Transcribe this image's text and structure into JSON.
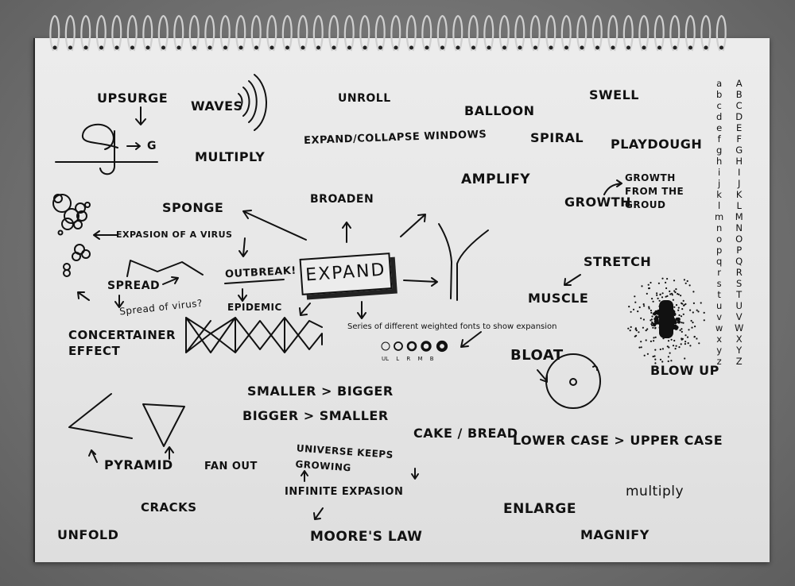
{
  "notebook": {
    "central_word": "EXPAND",
    "words": {
      "upsurge": "UPSURGE",
      "g_upper": "G",
      "waves": "WAVES",
      "multiply_caps": "MULTIPLY",
      "unroll": "UNROLL",
      "expand_collapse": "EXPAND/COLLAPSE WINDOWS",
      "balloon": "BALLOON",
      "swell": "SWELL",
      "spiral": "SPIRAL",
      "playdough": "PLAYDOUGH",
      "amplify": "AMPLIFY",
      "sponge": "SPONGE",
      "broaden": "BROADEN",
      "growth": "GROWTH",
      "growth_from_ground": "GROWTH FROM THE GROUD",
      "expansion_virus": "EXPASION OF A VIRUS",
      "outbreak": "OUTBREAK!",
      "epidemic": "EPIDEMIC",
      "spread": "SPREAD",
      "spread_of_virus": "Spread of virus?",
      "stretch": "STRETCH",
      "muscle": "MUSCLE",
      "concertainer": "CONCERTAINER EFFECT",
      "weights_caption": "Series of different weighted fonts to show expansion",
      "weight_labels": "UL L R M B",
      "bloat": "BLOAT",
      "blow_up": "BLOW UP",
      "smaller_bigger": "SMALLER > BIGGER",
      "bigger_smaller": "BIGGER > SMALLER",
      "cake_bread": "CAKE / BREAD",
      "lower_upper": "LOWER CASE > UPPER CASE",
      "pyramid": "PYRAMID",
      "fan_out": "FAN OUT",
      "universe": "UNIVERSE KEEPS GROWING",
      "infinite": "INFINITE EXPASION",
      "multiply_lower": "multiply",
      "cracks": "CRACKS",
      "enlarge": "ENLARGE",
      "unfold": "UNFOLD",
      "moores_law": "MOORE'S LAW",
      "magnify": "MAGNIFY",
      "lowercase_alphabet": [
        "a",
        "b",
        "c",
        "d",
        "e",
        "f",
        "g",
        "h",
        "i",
        "j",
        "k",
        "l",
        "m",
        "n",
        "o",
        "p",
        "q",
        "r",
        "s",
        "t",
        "u",
        "v",
        "w",
        "x",
        "y",
        "z"
      ],
      "uppercase_alphabet": [
        "A",
        "B",
        "C",
        "D",
        "E",
        "F",
        "G",
        "H",
        "I",
        "J",
        "K",
        "L",
        "M",
        "N",
        "O",
        "P",
        "Q",
        "R",
        "S",
        "T",
        "U",
        "V",
        "W",
        "X",
        "Y",
        "Z"
      ]
    }
  }
}
